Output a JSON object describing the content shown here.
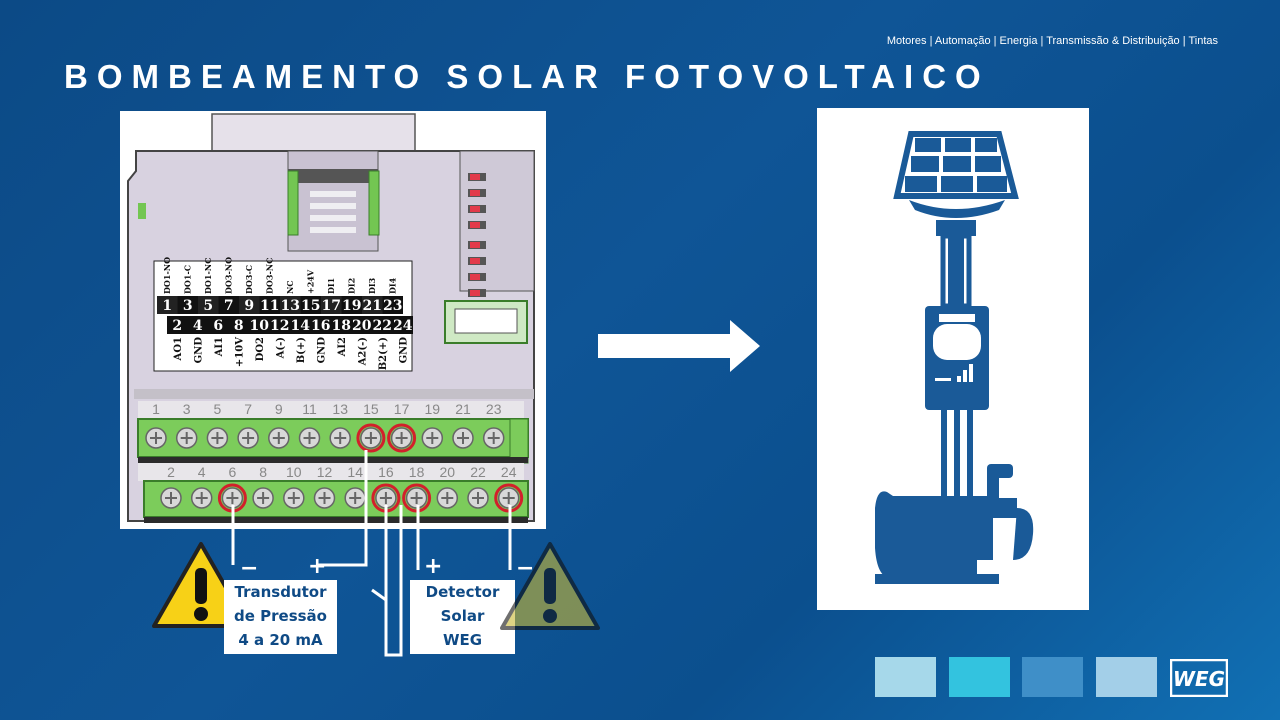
{
  "header": {
    "tagline": "Motores | Automação | Energia | Transmissão & Distribuição | Tintas",
    "title": "BOMBEAMENTO SOLAR FOTOVOLTAICO"
  },
  "terminals": {
    "top_labels": [
      "DO1-NO",
      "DO1-C",
      "DO1-NC",
      "DO3-NO",
      "DO3-C",
      "DO3-NC",
      "NC",
      "+24V",
      "DI1",
      "DI2",
      "DI3",
      "DI4"
    ],
    "odd": [
      "1",
      "3",
      "5",
      "7",
      "9",
      "11",
      "13",
      "15",
      "17",
      "19",
      "21",
      "23"
    ],
    "even": [
      "2",
      "4",
      "6",
      "8",
      "10",
      "12",
      "14",
      "16",
      "18",
      "20",
      "22",
      "24"
    ],
    "bottom_labels": [
      "AO1",
      "GND",
      "AI1",
      "+10V",
      "DO2",
      "A(-)",
      "B(+)",
      "GND",
      "AI2",
      "A2(-)",
      "B2(+)",
      "GND"
    ]
  },
  "labels": {
    "transducer": [
      "Transdutor",
      "de Pressão",
      "4 a 20 mA"
    ],
    "detector": [
      "Detector",
      "Solar",
      "WEG"
    ],
    "minus": "−",
    "plus": "+"
  },
  "brand": {
    "logo": "WEG"
  },
  "colors": {
    "accent": "#0f4a85",
    "swatches": [
      "#a6d8ea",
      "#33c3df",
      "#3f8fc8",
      "#a3cfe8"
    ],
    "terminal_green": "#7ccc5b",
    "highlight_red": "#d2202b",
    "warning_yellow": "#f7d117"
  },
  "icons": [
    "warning-icon",
    "arrow-right-icon",
    "solar-pump-icon",
    "weg-logo"
  ]
}
